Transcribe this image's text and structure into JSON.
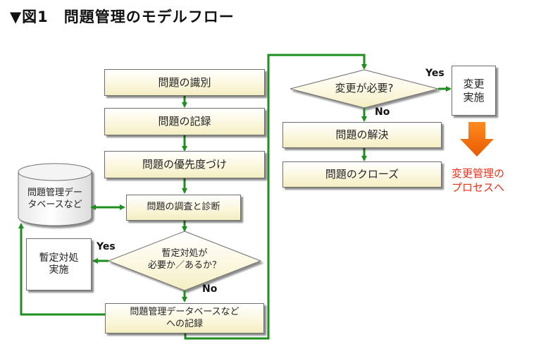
{
  "title": "▼図1　問題管理のモデルフロー",
  "steps": {
    "identify": "問題の識別",
    "record": "問題の記録",
    "prioritize": "問題の優先度づけ",
    "investigate": "問題の調査と診断",
    "workaround_q": [
      "暫定対処が",
      "必要か／あるか？"
    ],
    "workaround": [
      "暫定対処",
      "実施"
    ],
    "record_db": [
      "問題管理データベースなど",
      "への記録"
    ],
    "change_q": "変更が必要?",
    "resolve": "問題の解決",
    "close": "問題のクローズ",
    "change": [
      "変更",
      "実施"
    ]
  },
  "database": [
    "問題管理デー",
    "タベースなど"
  ],
  "labels": {
    "yes_workaround": "Yes",
    "no_workaround": "No",
    "yes_change": "Yes",
    "no_change": "No"
  },
  "to_change_mgmt": [
    "変更管理の",
    "プロセスへ"
  ],
  "colors": {
    "arrow": "#1e8f1e",
    "big_arrow": "#f07a10",
    "callout_text": "#e8311a"
  }
}
